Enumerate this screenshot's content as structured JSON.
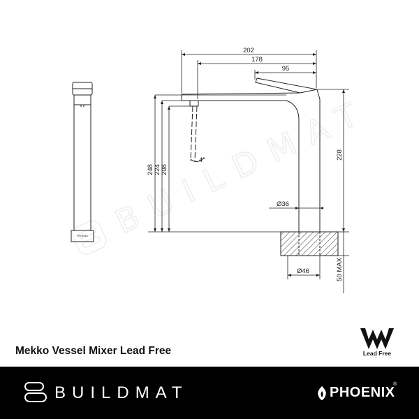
{
  "product": {
    "title": "Mekko Vessel Mixer Lead Free"
  },
  "watermark": {
    "text": "BUILDMAT"
  },
  "dimensions": {
    "spout_reach_total": "202",
    "spout_reach_outlet": "178",
    "spout_reach_lever": "95",
    "height_overall": "248",
    "height_spout": "224",
    "height_outlet": "208",
    "height_body": "228",
    "flow_angle": "4°",
    "body_diameter": "Ø36",
    "base_diameter": "Ø46",
    "bench_thickness": "50 MAX"
  },
  "side_view": {
    "base_mark": "PHOENIX"
  },
  "certification": {
    "label": "Lead Free",
    "icon": "watermark-certification-icon"
  },
  "footer": {
    "buildmat_name": "BUILDMAT",
    "buildmat_icon": "buildmat-logo-icon",
    "phoenix_name": "PHOENIX",
    "phoenix_icon": "phoenix-flame-icon",
    "phoenix_mark": "®"
  },
  "colors": {
    "footer_bg": "#000000",
    "line": "#222222",
    "watermark": "#ececec",
    "text": "#111111"
  }
}
